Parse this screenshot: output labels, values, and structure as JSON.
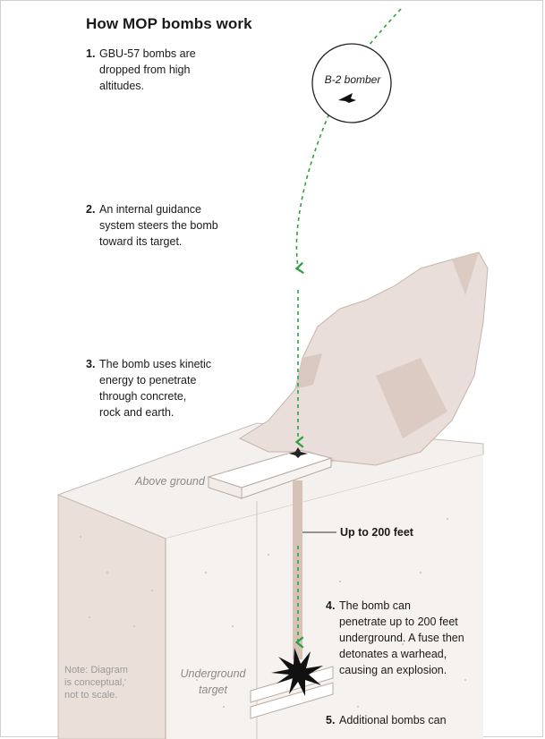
{
  "title": "How MOP bombs work",
  "steps": [
    {
      "num": "1.",
      "lines": [
        "GBU-57 bombs are",
        "dropped from high",
        "altitudes."
      ]
    },
    {
      "num": "2.",
      "lines": [
        "An internal guidance",
        "system steers the bomb",
        "toward its target."
      ]
    },
    {
      "num": "3.",
      "lines": [
        "The bomb uses kinetic",
        "energy to penetrate",
        "through concrete,",
        "rock and earth."
      ]
    },
    {
      "num": "4.",
      "lines": [
        "The bomb can",
        "penetrate up to 200 feet",
        "underground. A fuse then",
        "detonates a warhead,",
        "causing an explosion."
      ]
    },
    {
      "num": "5.",
      "lines": [
        "Additional bombs can"
      ]
    }
  ],
  "bomber_label": "B-2 bomber",
  "above_ground_label": "Above ground",
  "underground_label": [
    "Underground",
    "target"
  ],
  "depth_callout": "Up to 200 feet",
  "note": [
    "Note: Diagram",
    "is conceptual,",
    "not to scale."
  ],
  "colors": {
    "path": "#2ea043",
    "ground_top": "#f3efec",
    "ground_side": "#e7dfda",
    "rock": "#e8ddd8",
    "rock_shade": "#d9c8c0",
    "shaft": "#d8c3b4"
  },
  "icons": [
    "b2-bomber-icon",
    "impact-burst-icon",
    "explosion-icon"
  ]
}
